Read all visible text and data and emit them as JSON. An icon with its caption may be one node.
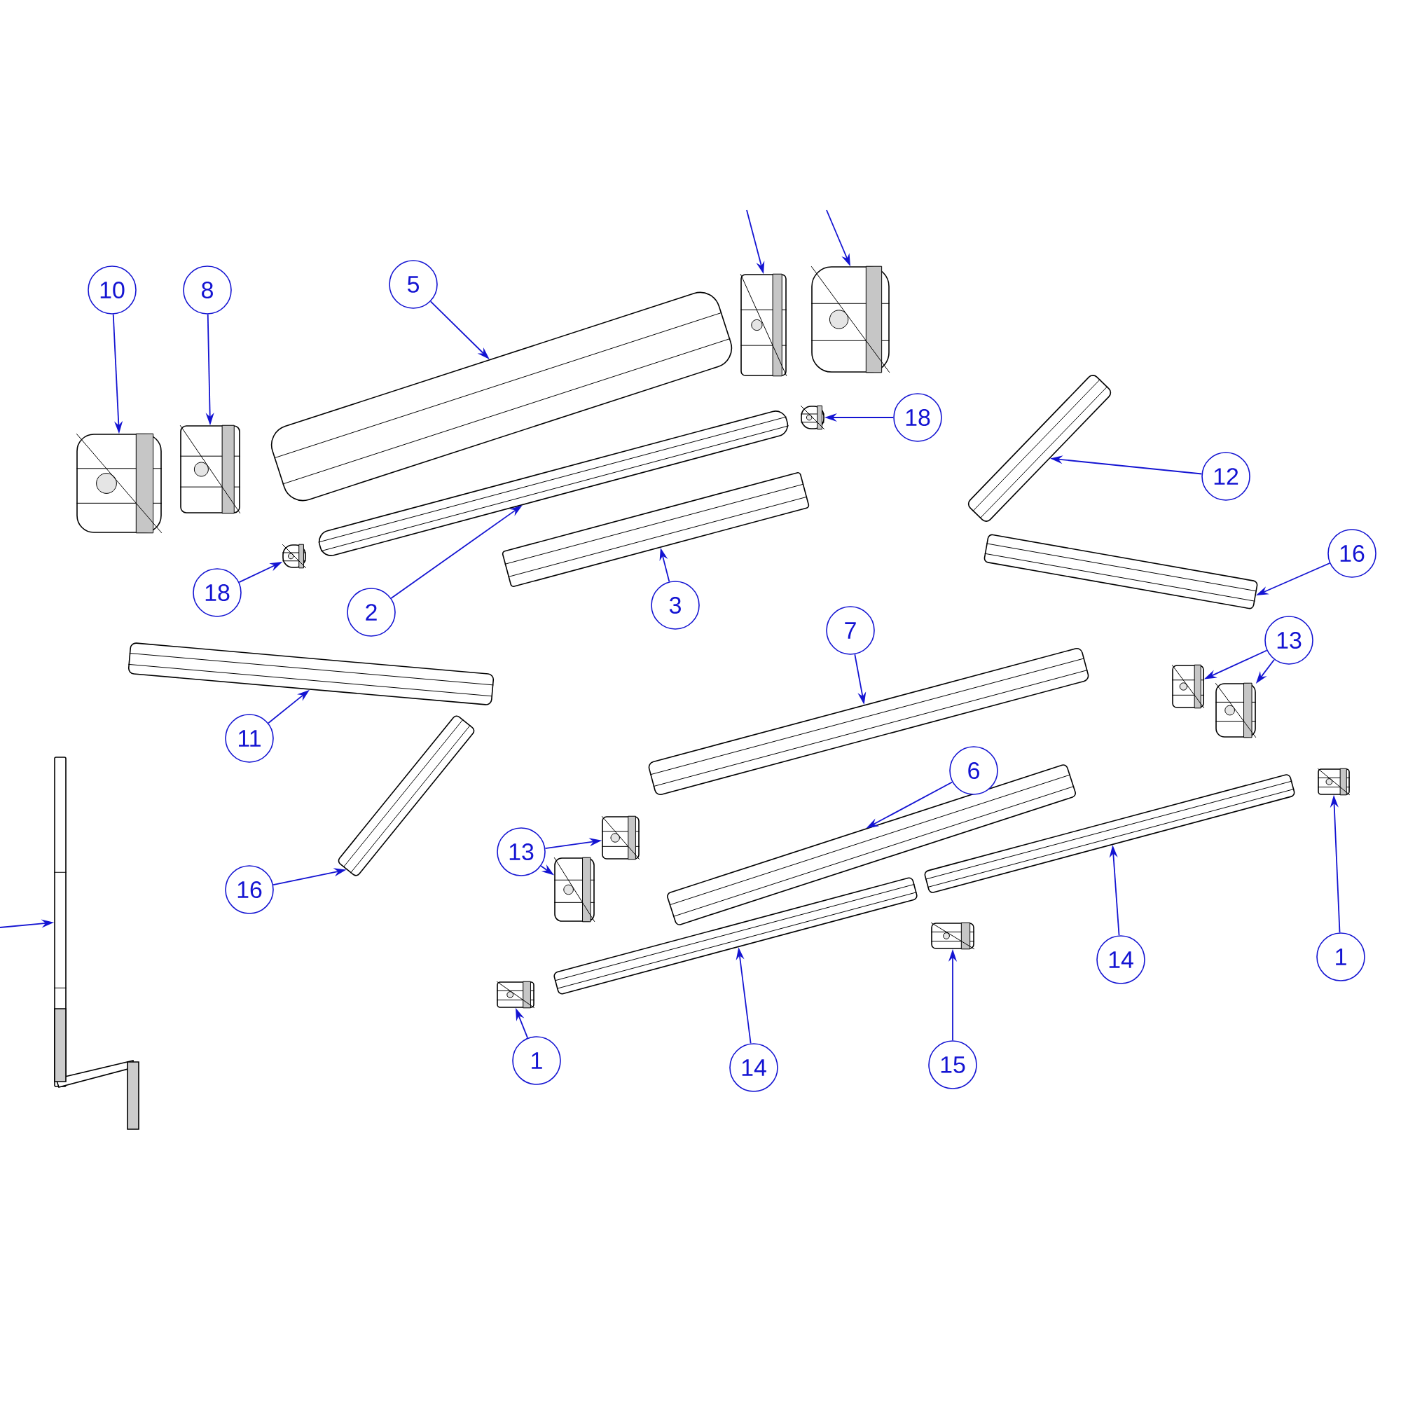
{
  "diagram": {
    "nodes": [
      {
        "text": [
          "10"
        ]
      },
      {
        "text": [],
        "shape": "picture"
      },
      {
        "text": [
          "8"
        ]
      },
      {
        "text": [],
        "shape": "picture"
      },
      {
        "text": [
          "5"
        ]
      },
      {
        "text": [],
        "shape": "picture"
      },
      {
        "text": [],
        "shape": "picture"
      },
      {
        "text": [],
        "shape": "picture"
      },
      {
        "text": [
          "18"
        ]
      },
      {
        "text": [],
        "shape": "picture"
      },
      {
        "text": [
          "18"
        ]
      },
      {
        "text": [],
        "shape": "picture"
      },
      {
        "text": [
          "2"
        ]
      },
      {
        "text": [],
        "shape": "picture"
      },
      {
        "text": [
          "3"
        ]
      },
      {
        "text": [],
        "shape": "picture"
      },
      {
        "text": [
          "12"
        ]
      },
      {
        "text": [],
        "shape": "picture"
      },
      {
        "text": [],
        "shape": "picture"
      },
      {
        "text": [
          "16"
        ]
      },
      {
        "text": [
          "7"
        ]
      },
      {
        "text": [],
        "shape": "picture"
      },
      {
        "text": [
          "13"
        ]
      },
      {
        "text": [],
        "shape": "picture"
      },
      {
        "text": [],
        "shape": "picture"
      },
      {
        "text": [
          "11"
        ]
      },
      {
        "text": [],
        "shape": "picture"
      },
      {
        "text": [],
        "shape": "picture"
      },
      {
        "text": [
          "16"
        ]
      },
      {
        "text": [
          "6"
        ]
      },
      {
        "text": [],
        "shape": "picture"
      },
      {
        "text": [
          "13"
        ]
      },
      {
        "text": [],
        "shape": "picture"
      },
      {
        "text": [],
        "shape": "picture"
      },
      {
        "text": [],
        "shape": "picture"
      },
      {
        "text": [
          "14"
        ]
      },
      {
        "text": [],
        "shape": "picture"
      },
      {
        "text": [
          "1"
        ]
      },
      {
        "text": [
          "14"
        ]
      },
      {
        "text": [],
        "shape": "picture"
      },
      {
        "text": [],
        "shape": "picture"
      },
      {
        "text": [
          "15"
        ]
      },
      {
        "text": [],
        "shape": "picture"
      },
      {
        "text": [
          "1"
        ]
      },
      {
        "text": [],
        "shape": "picture"
      }
    ],
    "edges": [
      {
        "from": 0,
        "to": 1,
        "arrow": "to"
      },
      {
        "from": 2,
        "to": 3,
        "arrow": "to"
      },
      {
        "from": 4,
        "to": 5,
        "arrow": "to"
      },
      {
        "from": null,
        "to": 6,
        "arrow": "to"
      },
      {
        "from": null,
        "to": 7,
        "arrow": "to"
      },
      {
        "from": 8,
        "to": 9,
        "arrow": "to"
      },
      {
        "from": 10,
        "to": 11,
        "arrow": "to"
      },
      {
        "from": 12,
        "to": 13,
        "arrow": "to"
      },
      {
        "from": 14,
        "to": 15,
        "arrow": "to"
      },
      {
        "from": 16,
        "to": 17,
        "arrow": "to"
      },
      {
        "from": 19,
        "to": 18,
        "arrow": "to"
      },
      {
        "from": 20,
        "to": 21,
        "arrow": "to"
      },
      {
        "from": 22,
        "to": 23,
        "arrow": "to"
      },
      {
        "from": 22,
        "to": 24,
        "arrow": "to"
      },
      {
        "from": 25,
        "to": 26,
        "arrow": "to"
      },
      {
        "from": 28,
        "to": 27,
        "arrow": "to"
      },
      {
        "from": 29,
        "to": 30,
        "arrow": "to"
      },
      {
        "from": 31,
        "to": 32,
        "arrow": "to"
      },
      {
        "from": 31,
        "to": 33,
        "arrow": "to"
      },
      {
        "from": 35,
        "to": 34,
        "arrow": "to"
      },
      {
        "from": 37,
        "to": 36,
        "arrow": "to"
      },
      {
        "from": 38,
        "to": 39,
        "arrow": "to"
      },
      {
        "from": 41,
        "to": 40,
        "arrow": "to"
      },
      {
        "from": 43,
        "to": 42,
        "arrow": "to"
      },
      {
        "from": null,
        "to": 44,
        "arrow": "to"
      }
    ]
  }
}
